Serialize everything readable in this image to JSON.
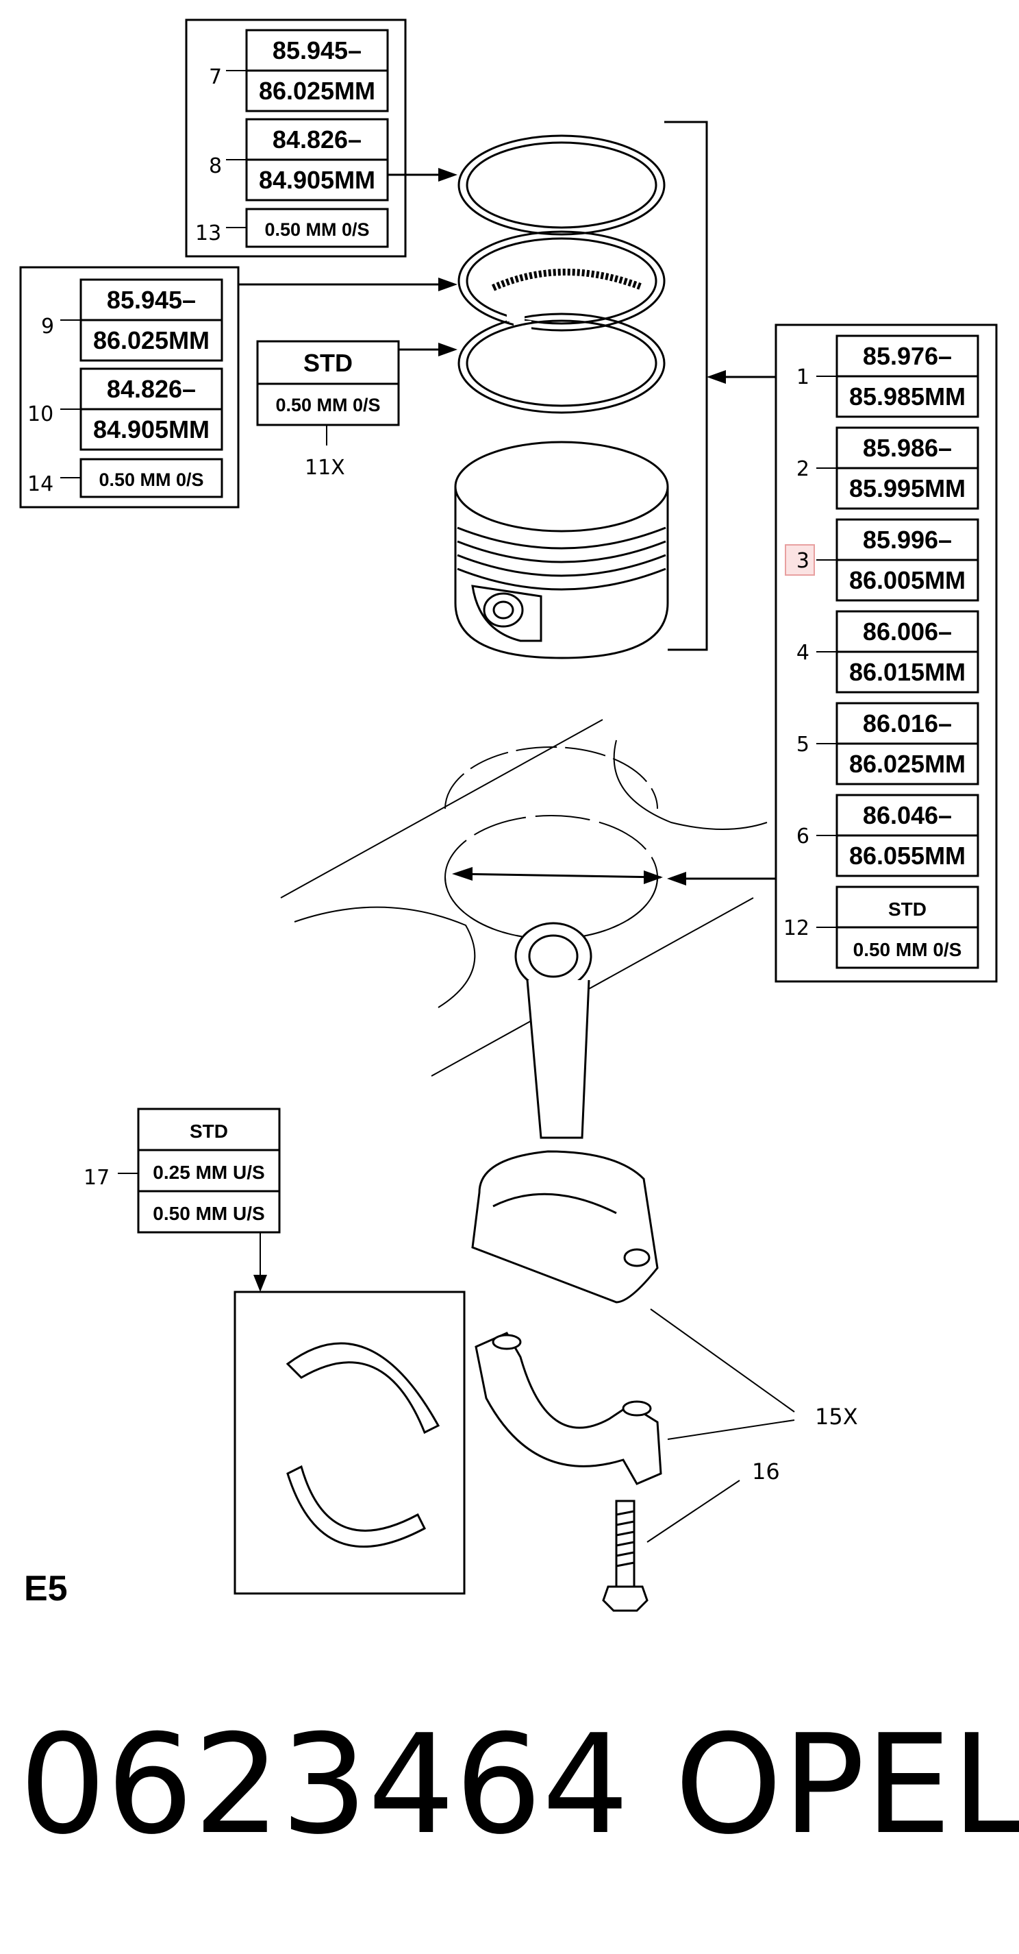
{
  "diagram": {
    "group_top": {
      "items": [
        {
          "ref": "7",
          "lines": [
            "85.945–",
            "86.025MM"
          ]
        },
        {
          "ref": "8",
          "lines": [
            "84.826–",
            "84.905MM"
          ]
        },
        {
          "ref": "13",
          "lines": [
            "0.50 MM 0/S"
          ]
        }
      ]
    },
    "group_left": {
      "items": [
        {
          "ref": "9",
          "lines": [
            "85.945–",
            "86.025MM"
          ]
        },
        {
          "ref": "10",
          "lines": [
            "84.826–",
            "84.905MM"
          ]
        },
        {
          "ref": "14",
          "lines": [
            "0.50 MM 0/S"
          ]
        }
      ]
    },
    "group_std": {
      "ref": "11X",
      "lines": [
        "STD",
        "0.50 MM 0/S"
      ]
    },
    "group_right": {
      "items": [
        {
          "ref": "1",
          "lines": [
            "85.976–",
            "85.985MM"
          ]
        },
        {
          "ref": "2",
          "lines": [
            "85.986–",
            "85.995MM"
          ]
        },
        {
          "ref": "3",
          "lines": [
            "85.996–",
            "86.005MM"
          ],
          "highlight": true
        },
        {
          "ref": "4",
          "lines": [
            "86.006–",
            "86.015MM"
          ]
        },
        {
          "ref": "5",
          "lines": [
            "86.016–",
            "86.025MM"
          ]
        },
        {
          "ref": "6",
          "lines": [
            "86.046–",
            "86.055MM"
          ]
        },
        {
          "ref": "12",
          "lines": [
            "STD",
            "0.50 MM 0/S"
          ]
        }
      ]
    },
    "group_bearing": {
      "ref": "17",
      "lines": [
        "STD",
        "0.25 MM U/S",
        "0.50 MM U/S"
      ]
    },
    "callouts": {
      "rod_and_cap": "15X",
      "bolt": "16"
    },
    "section_code": "E5",
    "highlight_color": "#e8a0a0"
  },
  "footer": {
    "part_number": "0623464",
    "brand": "OPEL"
  }
}
